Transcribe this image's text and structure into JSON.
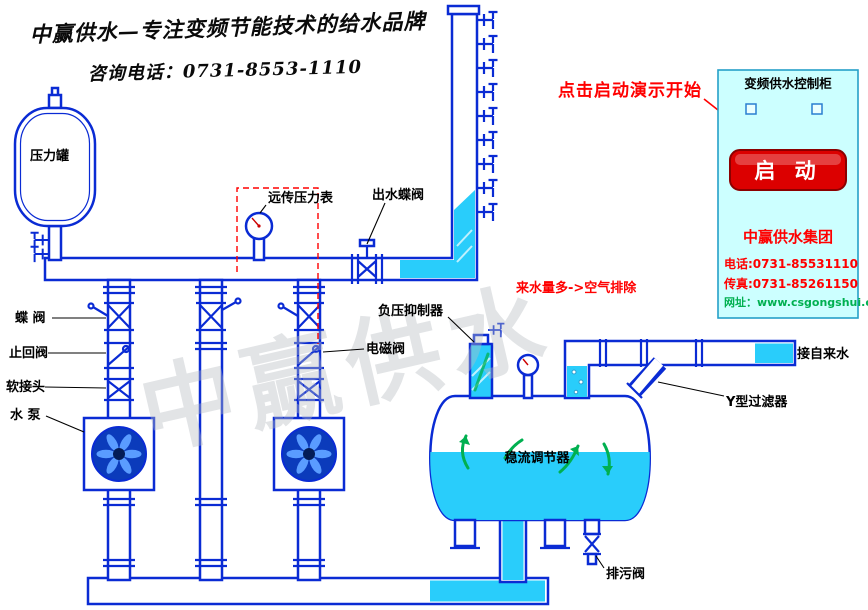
{
  "header": {
    "slogan": "中赢供水—专注变频节能技术的给水品牌",
    "hotline": "咨询电话：0731-8553-1110"
  },
  "demo": {
    "click_hint": "点击启动演示开始"
  },
  "cabinet": {
    "title": "变频供水控制柜",
    "start_button": "启 动",
    "company": "中赢供水集团",
    "phone": "电话:0731-85531110",
    "fax": "传真:0731-85261150",
    "website": "网址：www.csgongshui.com"
  },
  "labels": {
    "pressure_tank": "压力罐",
    "butterfly_valve": "蝶 阀",
    "check_valve": "止回阀",
    "flex_joint": "软接头",
    "water_pump": "水 泵",
    "remote_pressure_gauge": "远传压力表",
    "outlet_butterfly_valve": "出水蝶阀",
    "vacuum_suppressor": "负压抑制器",
    "solenoid_valve": "电磁阀",
    "flow_regulator": "稳流调节器",
    "y_strainer": "Y型过滤器",
    "city_water_inlet": "接自来水",
    "drain_valve": "排污阀",
    "air_exhaust_note": "来水量多-&gt;空气排除"
  },
  "watermark": "中赢供水",
  "faucets": {
    "count": 9
  },
  "colors": {
    "pipe": "#0a2bd4",
    "water": "#29cdfb",
    "water_light": "#bdeeff",
    "red": "#ff0000",
    "green": "#00b050",
    "cabinet_bg": "#ccffff",
    "panel_border": "#25a0c8",
    "button_red": "#dc0000",
    "watermark_gray": "#b7bcc2",
    "impeller_dark": "#0b3bbb",
    "impeller_blade": "#5a9cff"
  }
}
